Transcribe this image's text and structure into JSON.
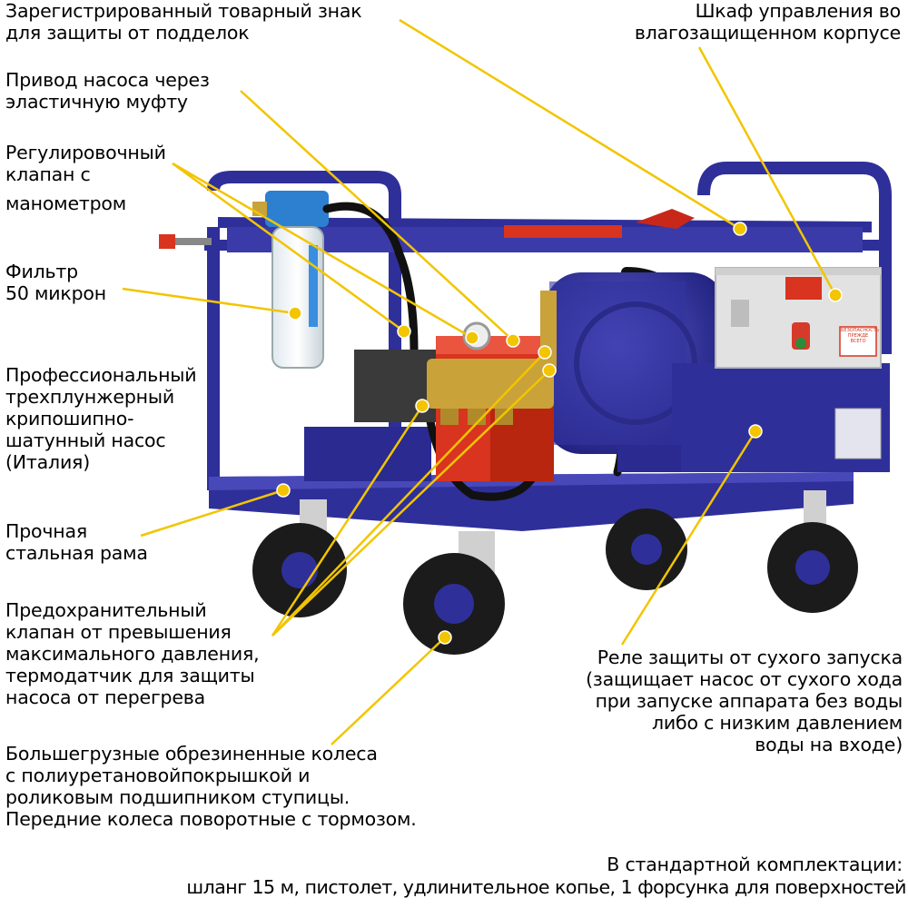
{
  "labels": {
    "trademark": "Зарегистрированный товарный знак\nдля защиты от подделок",
    "control_cabinet": "Шкаф управления во\nвлагозащищенном корпусе",
    "pump_drive": "Привод насоса через\nэластичную муфту",
    "regulating_valve_line1": "Регулировочный\nклапан с",
    "regulating_valve_line2": "манометром",
    "filter": "Фильтр\n50 микрон",
    "pump": "Профессиональный\nтрехплунжерный\nкрипошипно-\nшатунный насос\n(Италия)",
    "frame": "Прочная\nстальная рама",
    "safety_valve": "Предохранительный\nклапан от превышения\nмаксимального давления,\nтермодатчик для защиты\nнасоса от перегрева",
    "dry_run_relay": "Реле защиты от сухого запуска\n(защищает насос от сухого хода\nпри запуске аппарата без воды\nлибо с низким давлением\nводы на входе)",
    "wheels": "Большегрузные обрезиненные колеса\nс полиуретановойпокрышкой и\nроликовым подшипником ступицы.\nПередние колеса поворотные с тормозом.",
    "standard_kit_title": "В стандартной комплектации:",
    "standard_kit_items": "шланг 15 м, пистолет, удлинительное копье, 1 форсунка для поверхностей"
  },
  "machine": {
    "warning_plate": "БЕЗОПАСНОСТЬ\nПРЕЖДЕ\nВСЕГО"
  },
  "colors": {
    "frame_blue": "#2f2f9a",
    "pointer_yellow": "#f2c500",
    "pump_red": "#d8341f",
    "brass": "#c9a23a",
    "cabinet_gray": "#e2e2e2",
    "tire_black": "#1b1b1b"
  }
}
